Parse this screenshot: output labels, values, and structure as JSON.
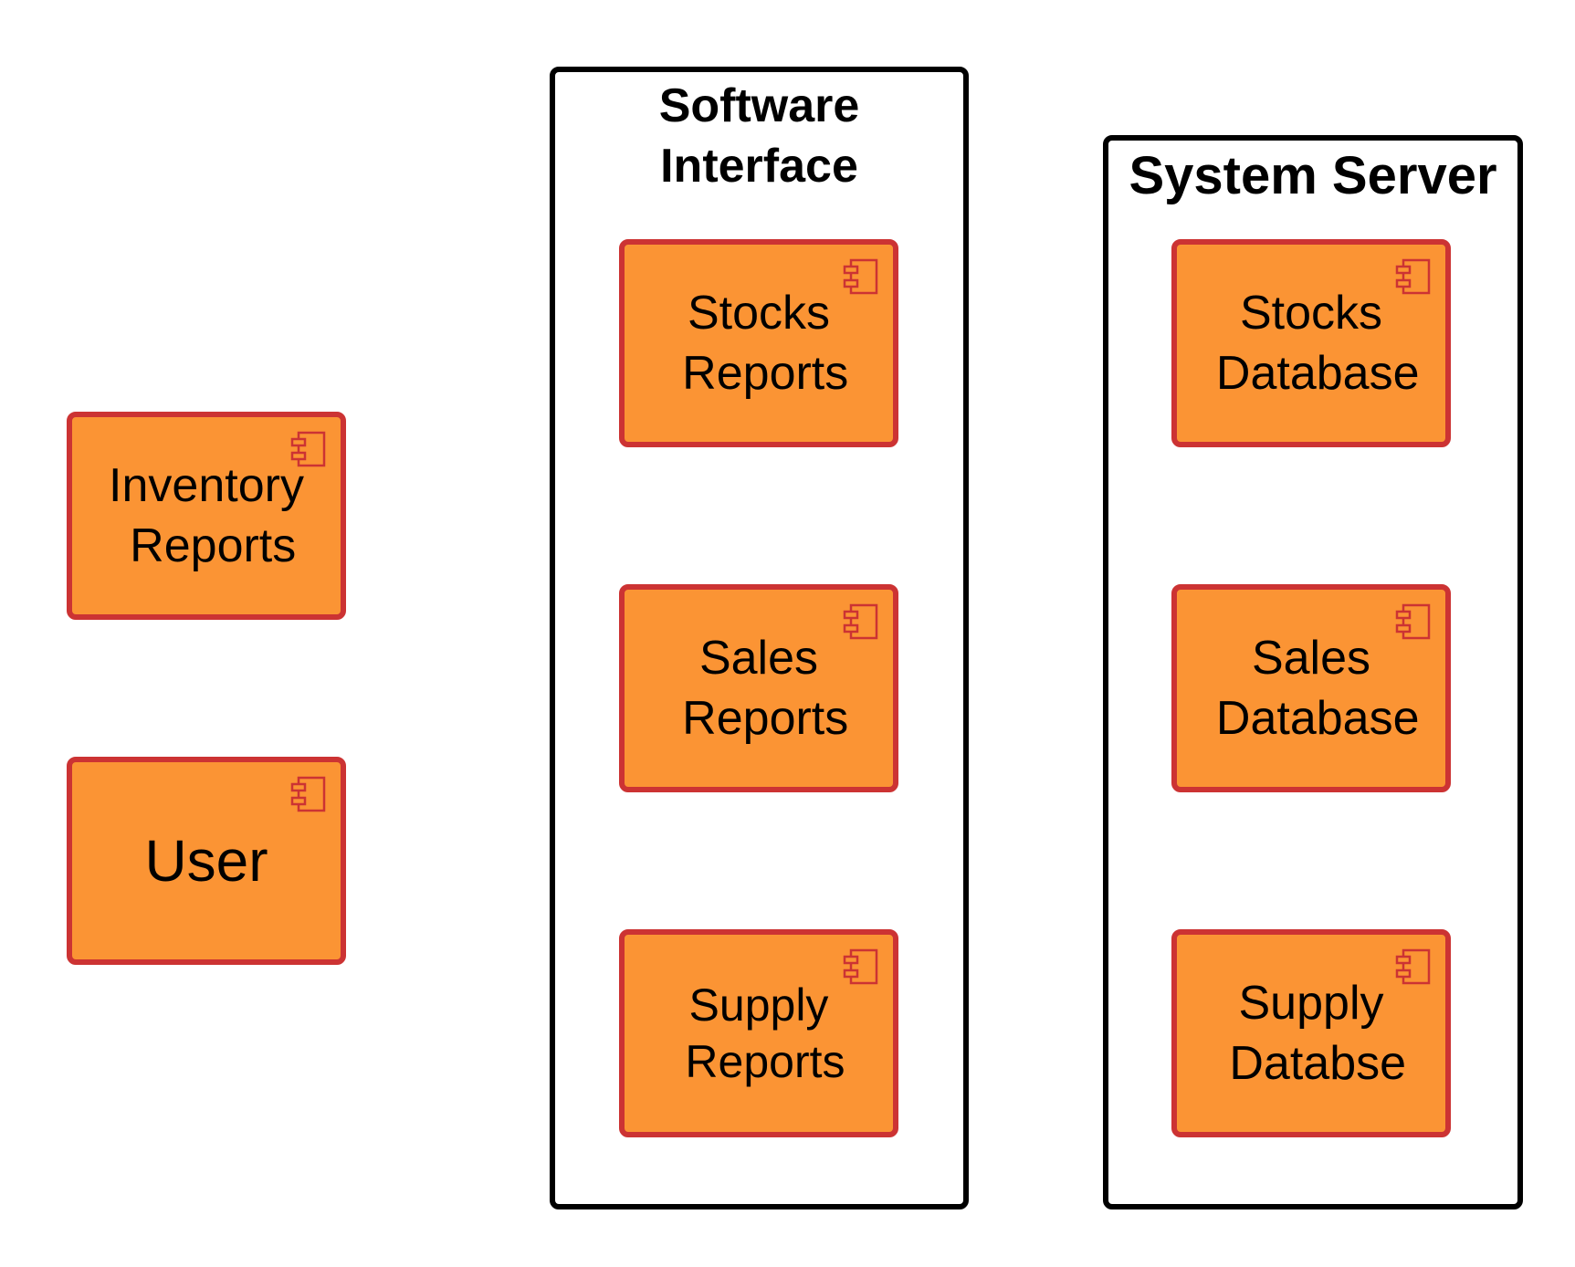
{
  "colors": {
    "component_fill": "#fb9434",
    "component_border": "#cc3333",
    "container_border": "#000000"
  },
  "standalone": [
    {
      "label": "Inventory\n Reports",
      "icon": "component-icon"
    },
    {
      "label": "User",
      "icon": "component-icon"
    }
  ],
  "software_interface": {
    "title": "Software\nInterface",
    "components": [
      {
        "label": "Stocks\n Reports",
        "icon": "component-icon"
      },
      {
        "label": "Sales\n Reports",
        "icon": "component-icon"
      },
      {
        "label": "Supply\n Reports",
        "icon": "component-icon"
      }
    ]
  },
  "system_server": {
    "title": "System Server",
    "components": [
      {
        "label": "Stocks\n Database",
        "icon": "component-icon"
      },
      {
        "label": "Sales\n Database",
        "icon": "component-icon"
      },
      {
        "label": "Supply\n Databse",
        "icon": "component-icon"
      }
    ]
  }
}
